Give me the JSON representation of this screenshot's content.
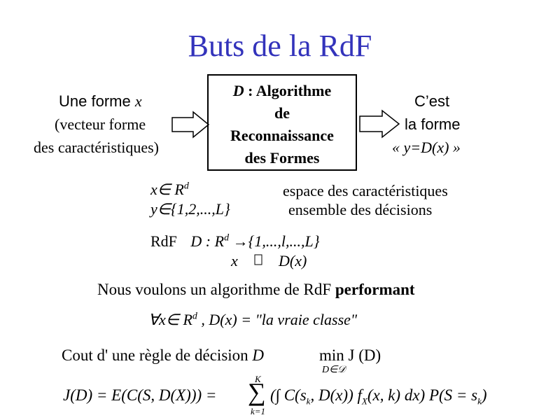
{
  "title": "Buts de la RdF",
  "input": {
    "line1_text": "Une forme ",
    "line1_var": "x",
    "line2": "(vecteur forme",
    "line3": "des caractéristiques)"
  },
  "box": {
    "line1_var": "D",
    "line1_rest": " : Algorithme",
    "line2": "de",
    "line3": "Reconnaissance",
    "line4": "des Formes"
  },
  "output": {
    "line1": "C’est",
    "line2": "la forme",
    "line3": "« y=D(x) »"
  },
  "definitions": {
    "x_expr": "x∈ R",
    "x_sup": "d",
    "x_desc": "espace des caractéristiques",
    "y_expr": "y∈{1,2,...,L}",
    "y_desc": "ensemble des décisions"
  },
  "mapping": {
    "line1_label": "RdF",
    "line1_expr": "D : R",
    "line1_sup": "d",
    "line1_rest": " →{1,...,l,...,L}",
    "line2_left": "x",
    "line2_mid": "",
    "line2_right": "D(x)"
  },
  "goal": {
    "text": "Nous voulons un algorithme de RdF ",
    "bold": "performant",
    "formula_left": "∀x∈ R",
    "formula_sup": "d",
    "formula_right": " , D(x) =  \"la vraie classe\""
  },
  "cost": {
    "text": "Cout d' une règle de décision ",
    "var": "D",
    "min_text": "min J (D)",
    "min_sub": "D∈𝒟"
  },
  "expectation": {
    "lhs": "J(D) = E(C(S, D(X))) = ",
    "sum": "∑",
    "sum_top": "K",
    "sum_bottom": "k=1",
    "rhs": "(∫ C(s",
    "rhs_sub1": "k",
    "rhs2": ", D(x)) f",
    "rhs_sub2": "X",
    "rhs3": "(x, k) dx) P(S = s",
    "rhs_sub3": "k",
    "rhs4": ")"
  }
}
